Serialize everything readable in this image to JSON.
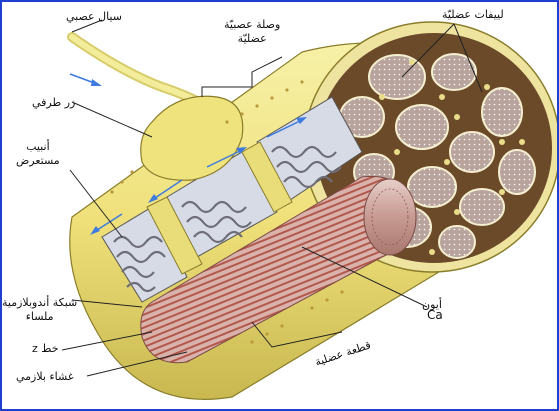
{
  "labels": {
    "nerve_impulse": "سيال عصبي",
    "neuromuscular_junction_line1": "وصلة عصبيّة",
    "neuromuscular_junction_line2": "عضليّة",
    "myofibrils": "لييفات عضليّة",
    "terminal_button": "زر طرفي",
    "t_tubule_line1": "أنبيب",
    "t_tubule_line2": "مستعرض",
    "sarcoplasmic_reticulum_line1": "شبكة أندوبلازمية",
    "sarcoplasmic_reticulum_line2": "ملساء",
    "z_line": "خط z",
    "sarcolemma": "غشاء بلازمي",
    "sarcomere": "قطعة عضلية",
    "calcium_ion_word": "أيون",
    "calcium_ion_symbol": "Ca"
  },
  "colors": {
    "border": "#1f3fd0",
    "membrane_yellow": "#f3e98a",
    "membrane_dark": "#d8c85a",
    "myofibril_pink": "#c9a7a0",
    "tubule_blue": "#cfd6e6",
    "arrow_blue": "#3d7be0"
  }
}
